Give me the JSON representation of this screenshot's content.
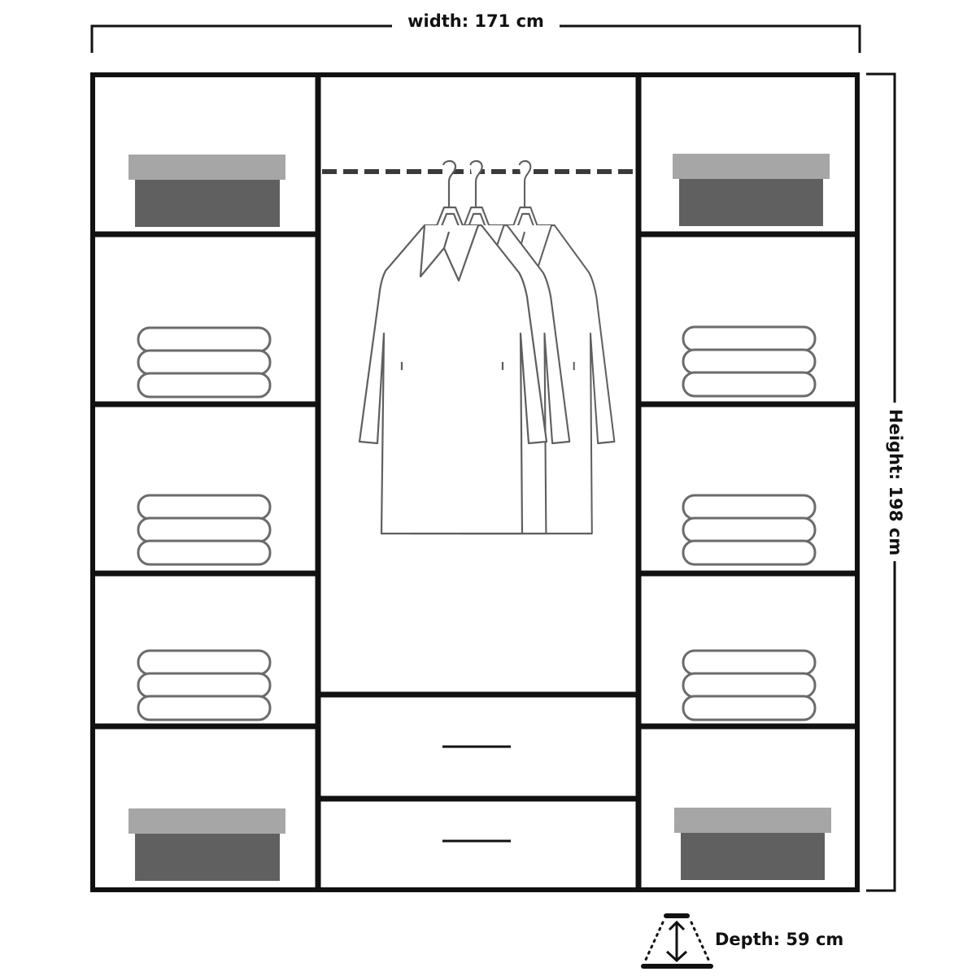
{
  "dimensions": {
    "width_label": "width: 171 cm",
    "height_label": "Height: 198 cm",
    "depth_label": "Depth: 59 cm"
  },
  "colors": {
    "frame": "#111111",
    "box_lid": "#a6a6a6",
    "box_body": "#606060",
    "outline": "#666666"
  },
  "icons": {
    "depth": "depth-arrow-icon",
    "coat": "coat-on-hanger-icon",
    "towels": "folded-towels-icon",
    "box": "storage-box-icon"
  }
}
